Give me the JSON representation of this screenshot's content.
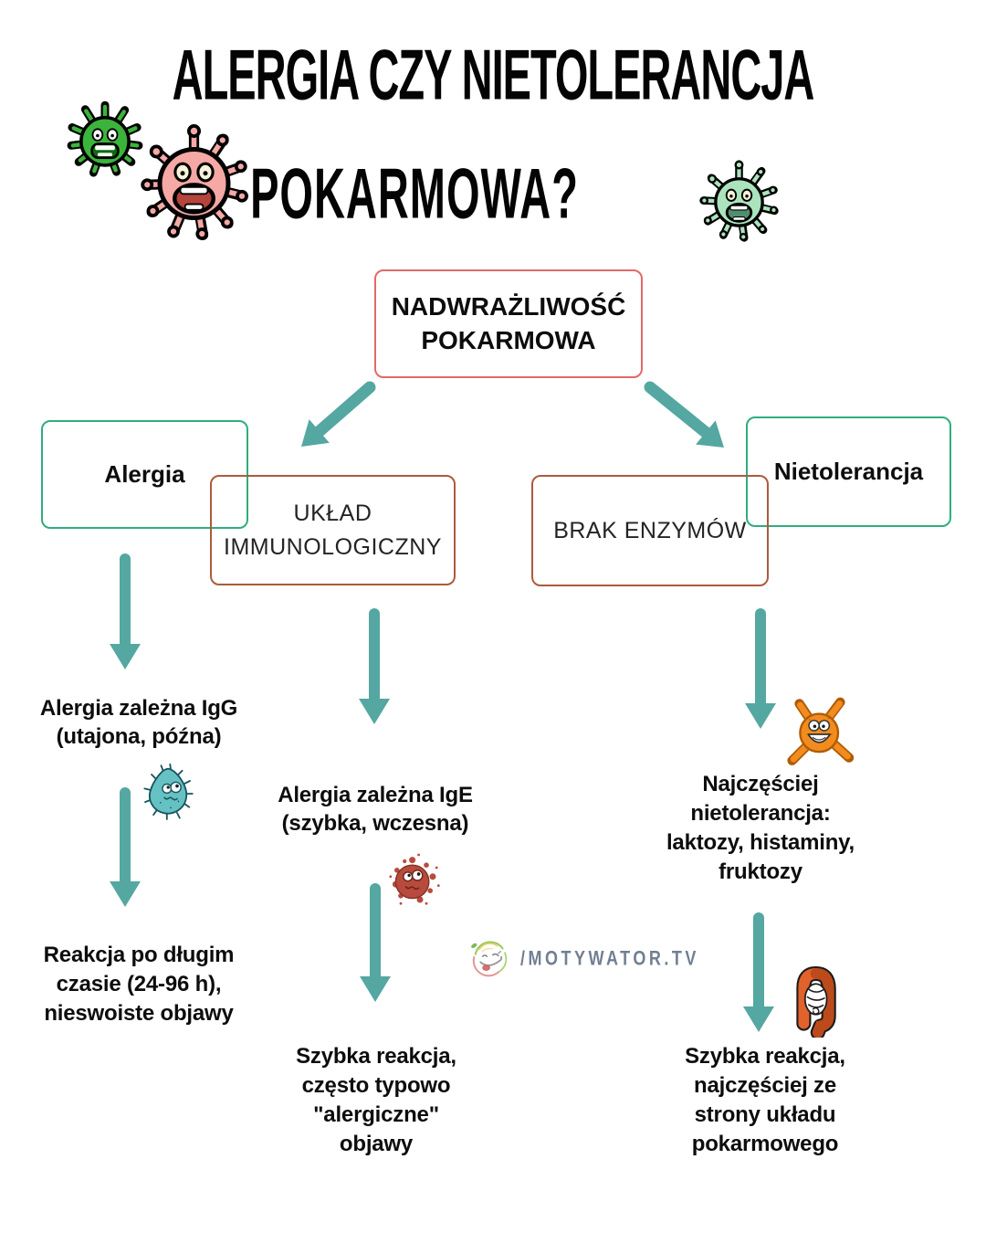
{
  "title": {
    "line1": "ALERGIA CZY NIETOLERANCJA",
    "line2": "POKARMOWA?"
  },
  "diagram": {
    "root_box": "NADWRAŻLIWOŚĆ\nPOKARMOWA",
    "alergia_box": "Alergia",
    "uklad_box": "UKŁAD\nIMMUNOLOGICZNY",
    "brak_box": "BRAK ENZYMÓW",
    "nietolerancja_box": "Nietolerancja",
    "left_column": {
      "step1": "Alergia zależna IgG\n(utajona, późna)",
      "step2": "Reakcja po długim\nczasie (24-96 h),\nnieswoiste objawy"
    },
    "middle_column": {
      "step1": "Alergia zależna IgE\n(szybka, wczesna)",
      "step2": "Szybka reakcja,\nczęsto typowo\n\"alergiczne\"\nobjawy"
    },
    "right_column": {
      "step1": "Najczęściej\nnietolerancja:\nlaktozy, histaminy,\nfruktozy",
      "step2": "Szybka reakcja,\nnajczęściej ze\nstrony układu\npokarmowego"
    }
  },
  "watermark": {
    "text": "/MOTYWATOR.TV"
  },
  "icons": {
    "green_virus_icon": "cartoon green virus germ",
    "pink_virus_icon": "cartoon pink virus germ",
    "mint_virus_icon": "cartoon mint-green virus germ",
    "teal_germ_icon": "cartoon teal blob microbe",
    "red_germ_icon": "cartoon red splat microbe",
    "orange_germ_icon": "cartoon orange microbe",
    "intestine_icon": "large intestine / gut",
    "motywator-logo-icon": "sketched smiley face circle logo"
  },
  "colors": {
    "arrow_teal": "#55a7a1",
    "border_green": "#2fae7c",
    "border_red": "#e2696a",
    "border_brown": "#ac5b3b",
    "text_dark": "#0d0d0d",
    "watermark_gray": "#5e6e84",
    "virus_green": "#3cb43c",
    "virus_pink": "#f5a8a4",
    "virus_mint": "#abe3bd",
    "germ_teal": "#66c1c3",
    "germ_red": "#b84b3d",
    "germ_orange": "#f28c1e",
    "intestine_orange": "#e2622b",
    "intestine_rust": "#bc4a1b"
  }
}
